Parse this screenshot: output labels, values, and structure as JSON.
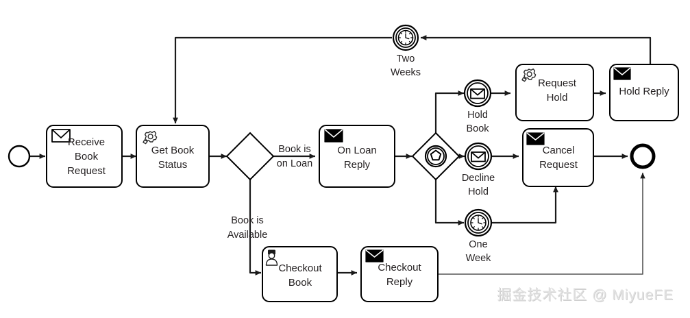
{
  "diagram": {
    "title": "Book Request BPMN Process",
    "type": "bpmn-process-diagram",
    "background_color": "#ffffff",
    "stroke_color": "#000000"
  },
  "events": {
    "start": {
      "name": "start-event",
      "label": "",
      "kind": "none-start-event"
    },
    "end": {
      "name": "end-event",
      "label": "",
      "kind": "none-end-event"
    },
    "two_weeks": {
      "label_line1": "Two",
      "label_line2": "Weeks",
      "kind": "timer-intermediate-event"
    },
    "hold_book": {
      "label_line1": "Hold",
      "label_line2": "Book",
      "kind": "message-intermediate-catch-event"
    },
    "decline_hold": {
      "label_line1": "Decline",
      "label_line2": "Hold",
      "kind": "message-intermediate-catch-event"
    },
    "one_week": {
      "label_line1": "One",
      "label_line2": "Week",
      "kind": "timer-intermediate-event"
    }
  },
  "tasks": [
    {
      "id": "receive-book-request",
      "lines": [
        "Receive",
        "Book",
        "Request"
      ],
      "icon": "envelope-open-icon",
      "icon_kind": "receive"
    },
    {
      "id": "get-book-status",
      "lines": [
        "Get Book",
        "Status"
      ],
      "icon": "gear-icon",
      "icon_kind": "service"
    },
    {
      "id": "on-loan-reply",
      "lines": [
        "On Loan",
        "Reply"
      ],
      "icon": "envelope-filled-icon",
      "icon_kind": "send"
    },
    {
      "id": "request-hold",
      "lines": [
        "Request",
        "Hold"
      ],
      "icon": "gear-icon",
      "icon_kind": "service"
    },
    {
      "id": "hold-reply",
      "lines": [
        "Hold Reply"
      ],
      "icon": "envelope-filled-icon",
      "icon_kind": "send"
    },
    {
      "id": "cancel-request",
      "lines": [
        "Cancel",
        "Request"
      ],
      "icon": "envelope-filled-icon",
      "icon_kind": "send"
    },
    {
      "id": "checkout-book",
      "lines": [
        "Checkout",
        "Book"
      ],
      "icon": "user-icon",
      "icon_kind": "user"
    },
    {
      "id": "checkout-reply",
      "lines": [
        "Checkout",
        "Reply"
      ],
      "icon": "envelope-filled-icon",
      "icon_kind": "send"
    }
  ],
  "gateways": {
    "exclusive": {
      "name": "exclusive-gateway",
      "kind": "exclusive-gateway"
    },
    "event_based": {
      "name": "event-based-gateway",
      "kind": "event-based-gateway"
    }
  },
  "flow_labels": {
    "book_is_on_loan_l1": "Book is",
    "book_is_on_loan_l2": "on Loan",
    "book_is_available_l1": "Book is",
    "book_is_available_l2": "Available"
  },
  "watermark": {
    "text": "掘金技术社区 @ MiyueFE",
    "color": "#e2e2e2"
  }
}
